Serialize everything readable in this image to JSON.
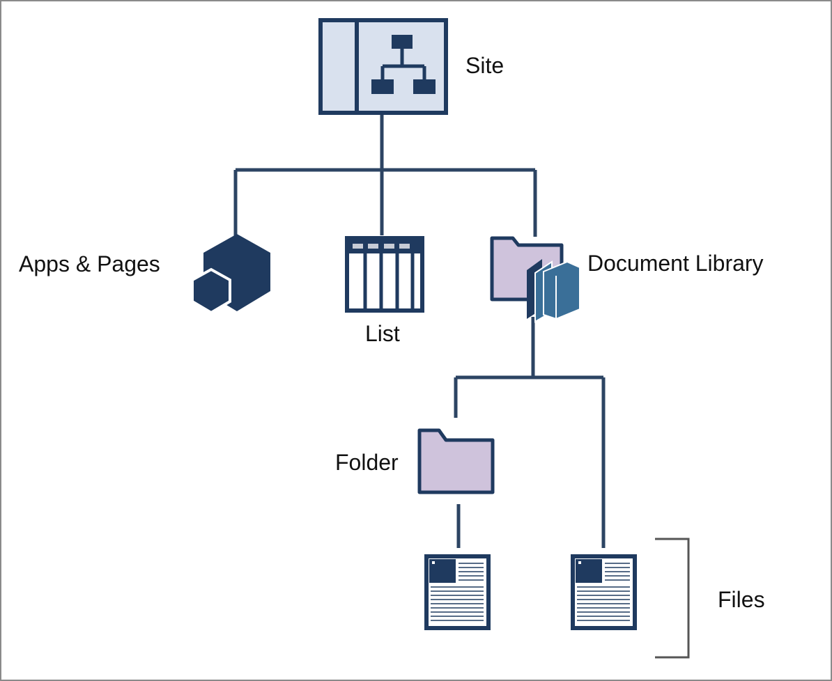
{
  "nodes": {
    "site": {
      "label": "Site",
      "icon": "site-hierarchy-icon"
    },
    "apps_pages": {
      "label": "Apps & Pages",
      "icon": "hexagon-blocks-icon"
    },
    "list": {
      "label": "List",
      "icon": "list-grid-icon"
    },
    "document_library": {
      "label": "Document Library",
      "icon": "folder-books-icon"
    },
    "folder": {
      "label": "Folder",
      "icon": "folder-icon"
    },
    "files": {
      "label": "Files",
      "icon": "file-document-icon"
    }
  },
  "colors": {
    "line": "#2c4463",
    "navy": "#1f3a5f",
    "site_fill": "#d9e1ee",
    "folder_fill": "#cfc3dc",
    "book_blue": "#3a6f98",
    "bracket": "#555555"
  }
}
